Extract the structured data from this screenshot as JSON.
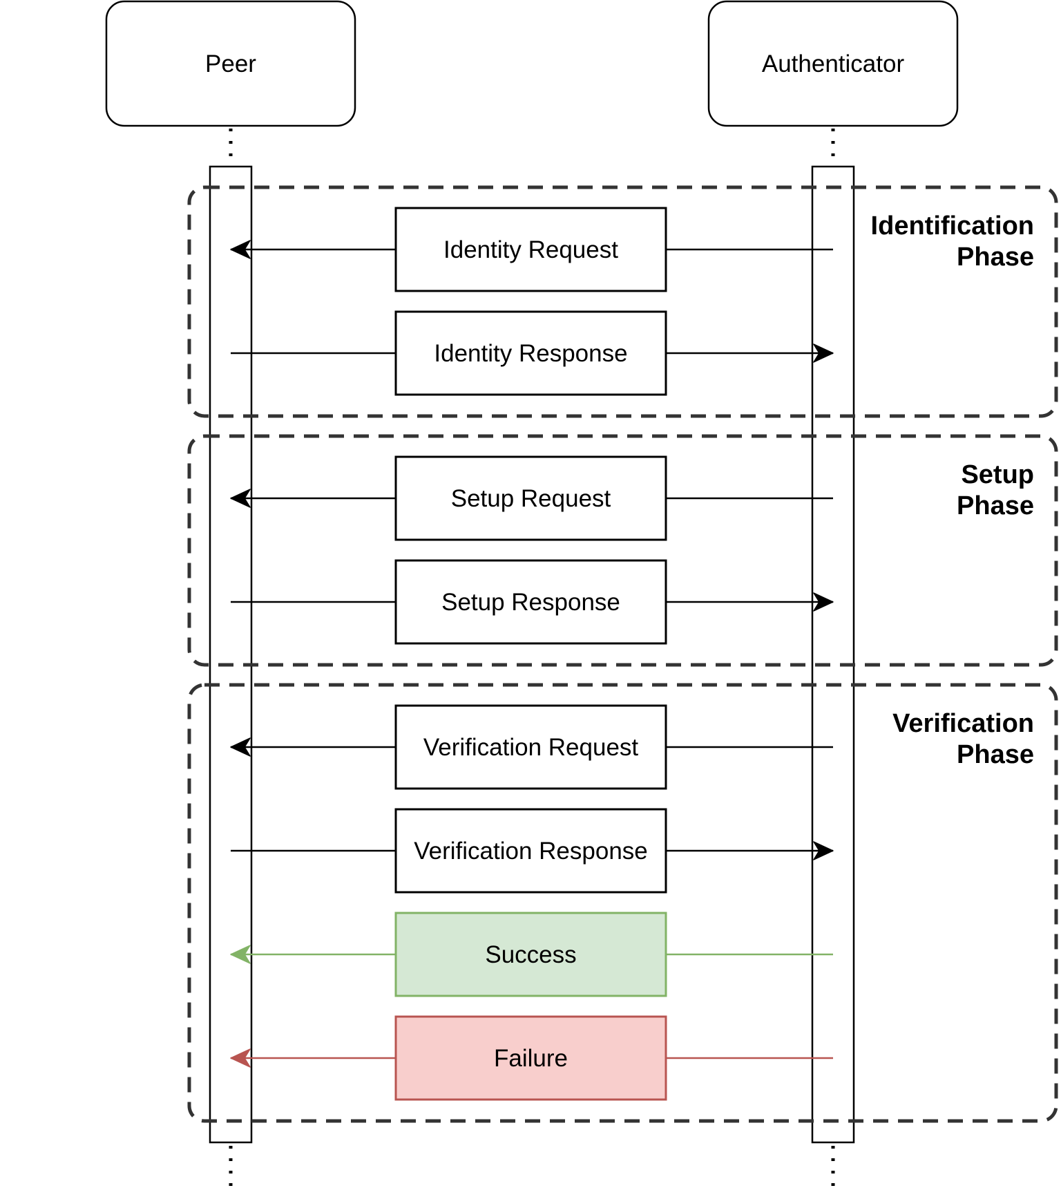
{
  "actors": {
    "peer": "Peer",
    "authenticator": "Authenticator"
  },
  "phases": [
    {
      "line1": "Identification",
      "line2": "Phase"
    },
    {
      "line1": "Setup",
      "line2": "Phase"
    },
    {
      "line1": "Verification",
      "line2": "Phase"
    }
  ],
  "messages": [
    {
      "label": "Identity Request",
      "direction": "to-peer",
      "kind": "normal"
    },
    {
      "label": "Identity Response",
      "direction": "to-authenticator",
      "kind": "normal"
    },
    {
      "label": "Setup Request",
      "direction": "to-peer",
      "kind": "normal"
    },
    {
      "label": "Setup Response",
      "direction": "to-authenticator",
      "kind": "normal"
    },
    {
      "label": "Verification Request",
      "direction": "to-peer",
      "kind": "normal"
    },
    {
      "label": "Verification Response",
      "direction": "to-authenticator",
      "kind": "normal"
    },
    {
      "label": "Success",
      "direction": "to-peer",
      "kind": "success"
    },
    {
      "label": "Failure",
      "direction": "to-peer",
      "kind": "failure"
    }
  ],
  "colors": {
    "normal_stroke": "#000000",
    "normal_fill": "#ffffff",
    "success_stroke": "#82b366",
    "success_fill": "#d5e8d4",
    "failure_stroke": "#b85450",
    "failure_fill": "#f8cecc",
    "phase_stroke": "#333333"
  }
}
